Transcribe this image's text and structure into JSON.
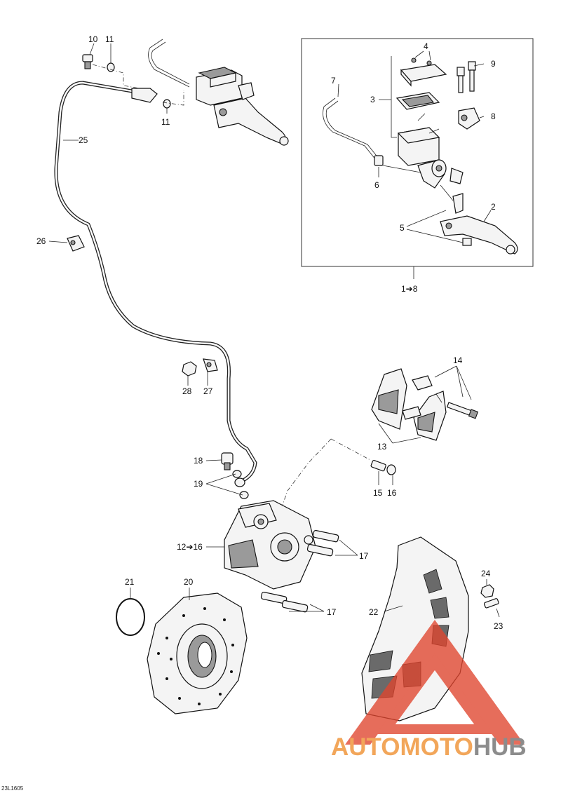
{
  "callouts": {
    "c1": "10",
    "c2": "11",
    "c3": "11",
    "c4": "25",
    "c5": "26",
    "c6": "4",
    "c7": "9",
    "c8": "7",
    "c9": "3",
    "c10": "8",
    "c11": "6",
    "c12": "2",
    "c13": "5",
    "c14": "1➔8",
    "c15": "14",
    "c16": "13",
    "c17": "28",
    "c18": "27",
    "c19": "18",
    "c20": "19",
    "c21": "15",
    "c22": "16",
    "c23": "12➔16",
    "c24": "17",
    "c25": "17",
    "c26": "21",
    "c27": "20",
    "c28": "24",
    "c29": "22",
    "c30": "23"
  },
  "footer_code": "23L1605",
  "watermark": {
    "part1": "AUTOMOTO",
    "part2": "HUB"
  },
  "colors": {
    "watermark_red": "#e0452e",
    "watermark_orange": "#f2a65a",
    "watermark_gray": "#8c8c8c"
  }
}
